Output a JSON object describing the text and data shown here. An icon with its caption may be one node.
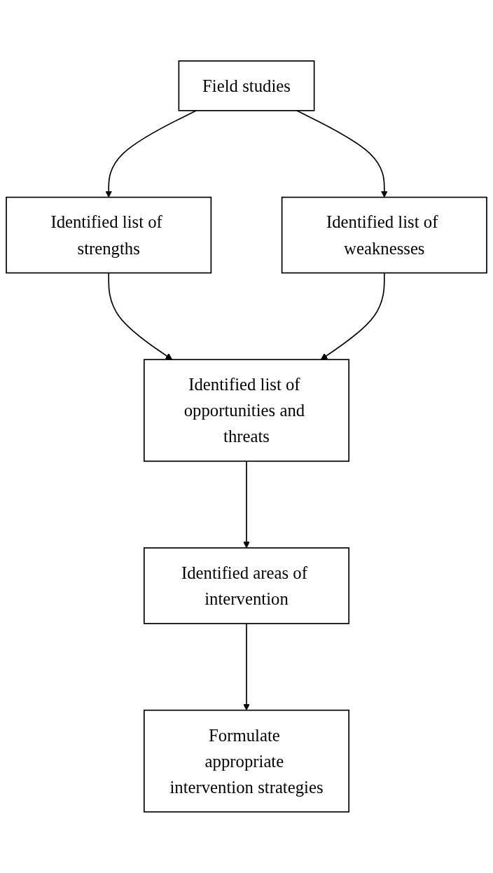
{
  "diagram": {
    "nodes": [
      {
        "text": [
          "Field studies"
        ]
      },
      {
        "text": [
          "Identified list of strengths"
        ]
      },
      {
        "text": [
          "Identified list of weaknesses"
        ]
      },
      {
        "text": [
          "Identified list of opportunities and threats"
        ]
      },
      {
        "text": [
          "Identified areas of intervention"
        ]
      },
      {
        "text": [
          "Formulate appropriate intervention strategies"
        ]
      }
    ],
    "edges": [
      {
        "from": 0,
        "to": 1,
        "arrow": "to"
      },
      {
        "from": 0,
        "to": 2,
        "arrow": "to"
      },
      {
        "from": 1,
        "to": 3,
        "arrow": "to"
      },
      {
        "from": 2,
        "to": 3,
        "arrow": "to"
      },
      {
        "from": 3,
        "to": 4,
        "arrow": "to"
      },
      {
        "from": 4,
        "to": 5,
        "arrow": "to"
      }
    ]
  }
}
